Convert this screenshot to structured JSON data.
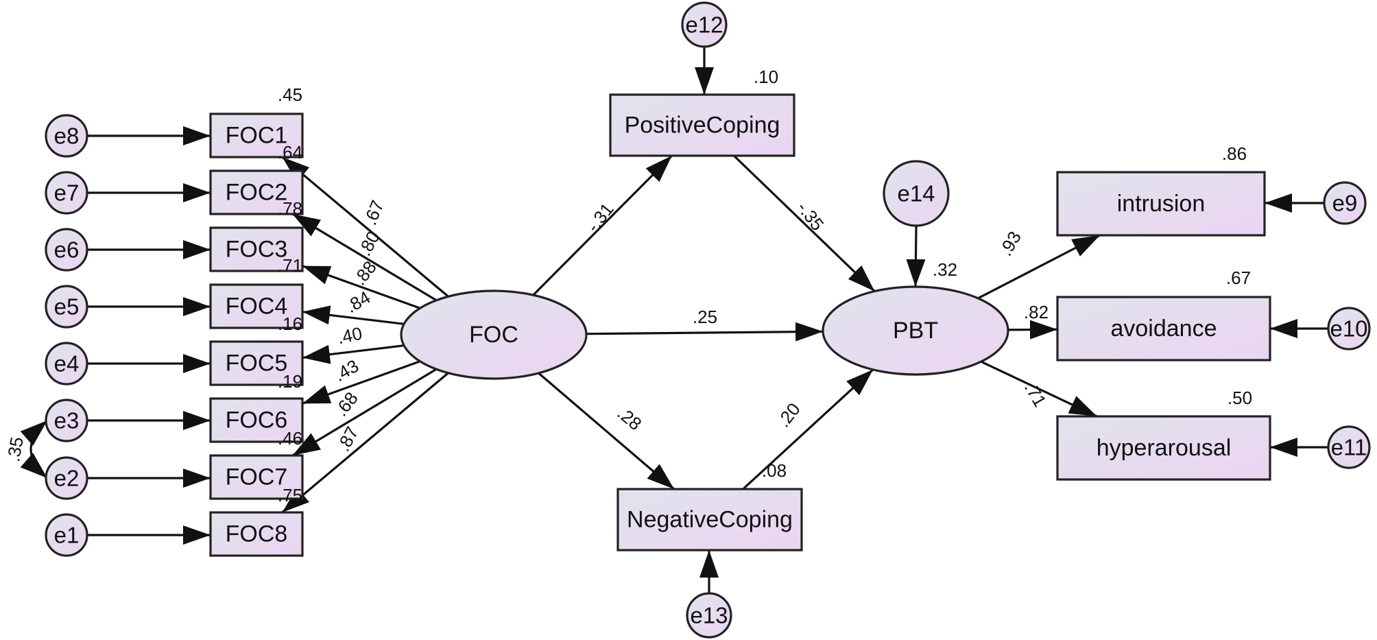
{
  "colors": {
    "fill_left": "#e0e4ec",
    "fill_right": "#ecd4f2",
    "stroke": "#222222"
  },
  "latents": [
    {
      "id": "FOC",
      "label": "FOC"
    },
    {
      "id": "PBT",
      "label": "PBT",
      "r2": ".32"
    }
  ],
  "observed": [
    {
      "id": "FOC1",
      "label": "FOC1",
      "r2": ".45",
      "error": "e8"
    },
    {
      "id": "FOC2",
      "label": "FOC2",
      "r2": ".64",
      "error": "e7"
    },
    {
      "id": "FOC3",
      "label": "FOC3",
      "r2": ".78",
      "error": "e6"
    },
    {
      "id": "FOC4",
      "label": "FOC4",
      "r2": ".71",
      "error": "e5"
    },
    {
      "id": "FOC5",
      "label": "FOC5",
      "r2": ".16",
      "error": "e4"
    },
    {
      "id": "FOC6",
      "label": "FOC6",
      "r2": ".19",
      "error": "e3"
    },
    {
      "id": "FOC7",
      "label": "FOC7",
      "r2": ".46",
      "error": "e2"
    },
    {
      "id": "FOC8",
      "label": "FOC8",
      "r2": ".75",
      "error": "e1"
    },
    {
      "id": "PositiveCoping",
      "label": "PositiveCoping",
      "r2": ".10",
      "error": "e12"
    },
    {
      "id": "NegativeCoping",
      "label": "NegativeCoping",
      "r2": ".08",
      "error": "e13"
    },
    {
      "id": "intrusion",
      "label": "intrusion",
      "r2": ".86",
      "error": "e9"
    },
    {
      "id": "avoidance",
      "label": "avoidance",
      "r2": ".67",
      "error": "e10"
    },
    {
      "id": "hyperarousal",
      "label": "hyperarousal",
      "r2": ".50",
      "error": "e11"
    }
  ],
  "errors": [
    "e1",
    "e2",
    "e3",
    "e4",
    "e5",
    "e6",
    "e7",
    "e8",
    "e9",
    "e10",
    "e11",
    "e12",
    "e13",
    "e14"
  ],
  "loadings": [
    {
      "from": "FOC",
      "to": "FOC1",
      "value": ".67"
    },
    {
      "from": "FOC",
      "to": "FOC2",
      "value": ".80"
    },
    {
      "from": "FOC",
      "to": "FOC3",
      "value": ".88"
    },
    {
      "from": "FOC",
      "to": "FOC4",
      "value": ".84"
    },
    {
      "from": "FOC",
      "to": "FOC5",
      "value": ".40"
    },
    {
      "from": "FOC",
      "to": "FOC6",
      "value": ".43"
    },
    {
      "from": "FOC",
      "to": "FOC7",
      "value": ".68"
    },
    {
      "from": "FOC",
      "to": "FOC8",
      "value": ".87"
    },
    {
      "from": "PBT",
      "to": "intrusion",
      "value": ".93"
    },
    {
      "from": "PBT",
      "to": "avoidance",
      "value": ".82"
    },
    {
      "from": "PBT",
      "to": "hyperarousal",
      "value": ".71"
    }
  ],
  "paths": [
    {
      "from": "FOC",
      "to": "PositiveCoping",
      "value": "-.31"
    },
    {
      "from": "PositiveCoping",
      "to": "PBT",
      "value": "-.35"
    },
    {
      "from": "FOC",
      "to": "PBT",
      "value": ".25"
    },
    {
      "from": "FOC",
      "to": "NegativeCoping",
      "value": ".28"
    },
    {
      "from": "NegativeCoping",
      "to": "PBT",
      "value": ".20"
    }
  ],
  "covariances": [
    {
      "a": "e3",
      "b": "e2",
      "value": ".35"
    }
  ],
  "structural_error": {
    "error": "e14",
    "target": "PBT"
  }
}
